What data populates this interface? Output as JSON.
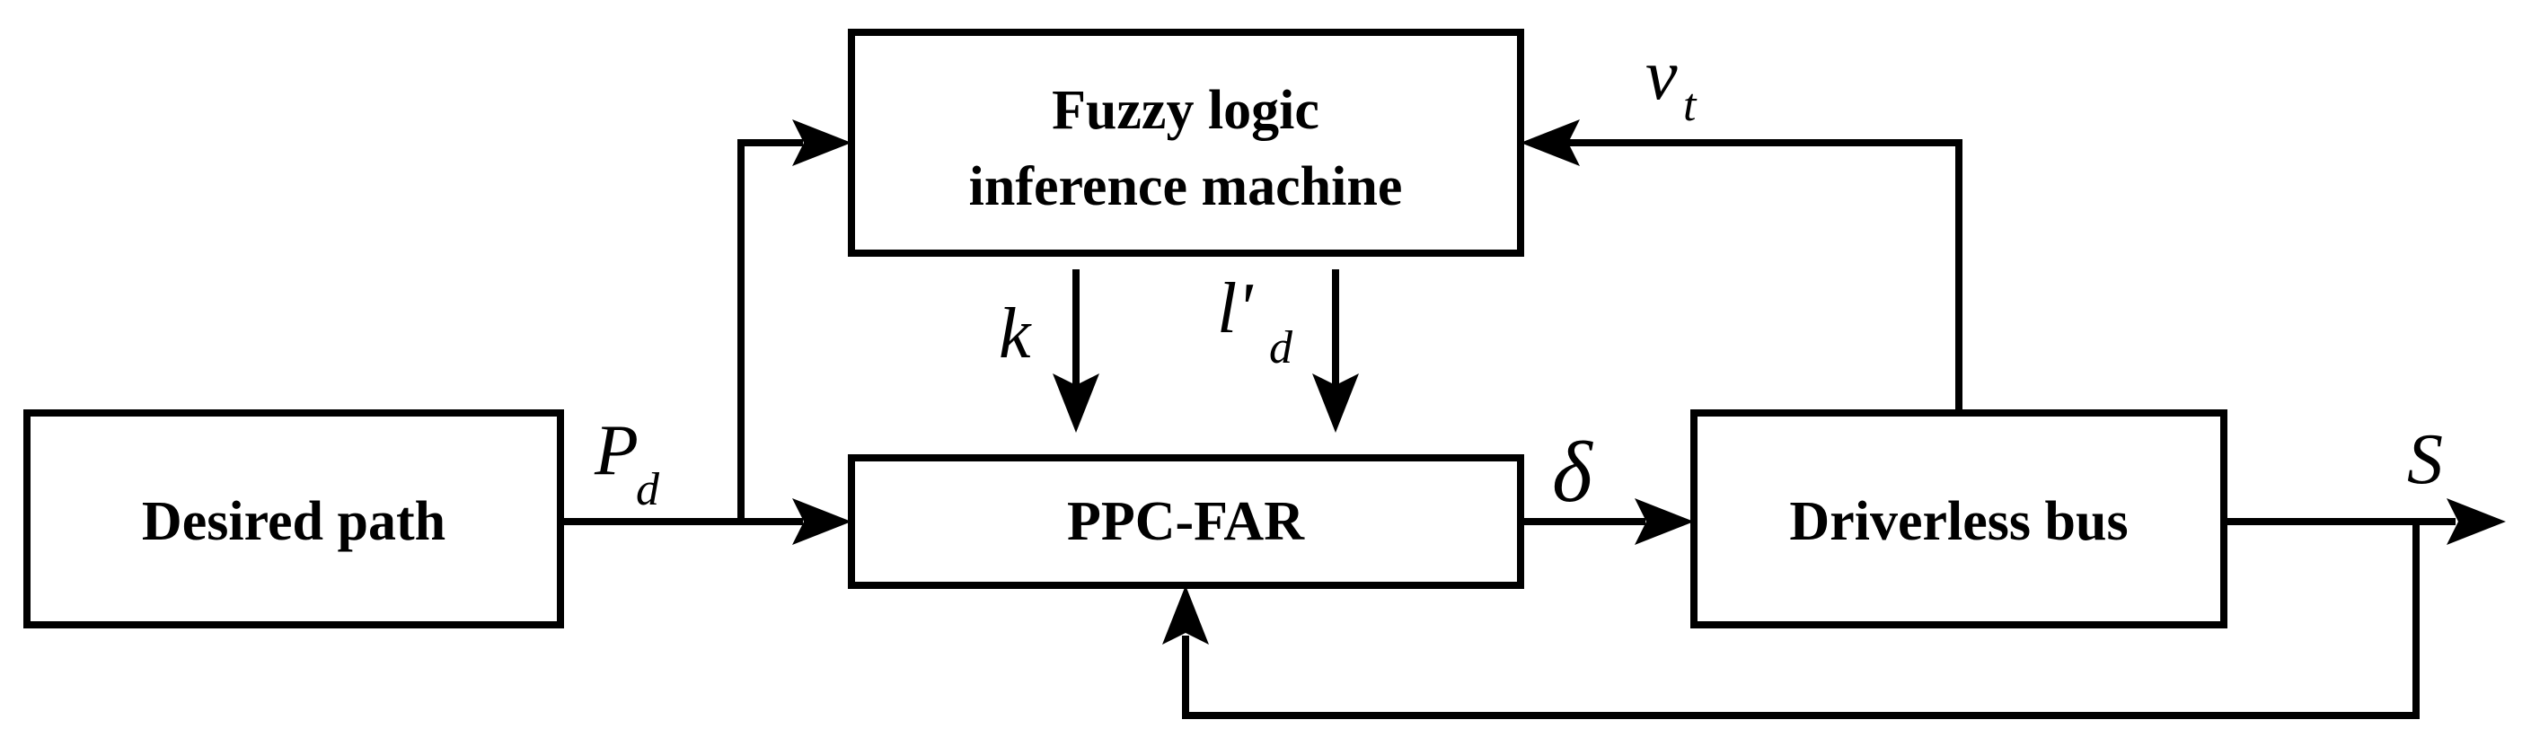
{
  "blocks": {
    "fuzzy_line1": "Fuzzy logic",
    "fuzzy_line2": "inference machine",
    "desired_path": "Desired path",
    "ppc_far": "PPC-FAR",
    "driverless_bus": "Driverless bus"
  },
  "signals": {
    "pd_main": "P",
    "pd_sub": "d",
    "vt_main": "v",
    "vt_sub": "t",
    "k": "k",
    "ld_main": "l'",
    "ld_sub": "d",
    "delta": "δ",
    "s": "S"
  }
}
